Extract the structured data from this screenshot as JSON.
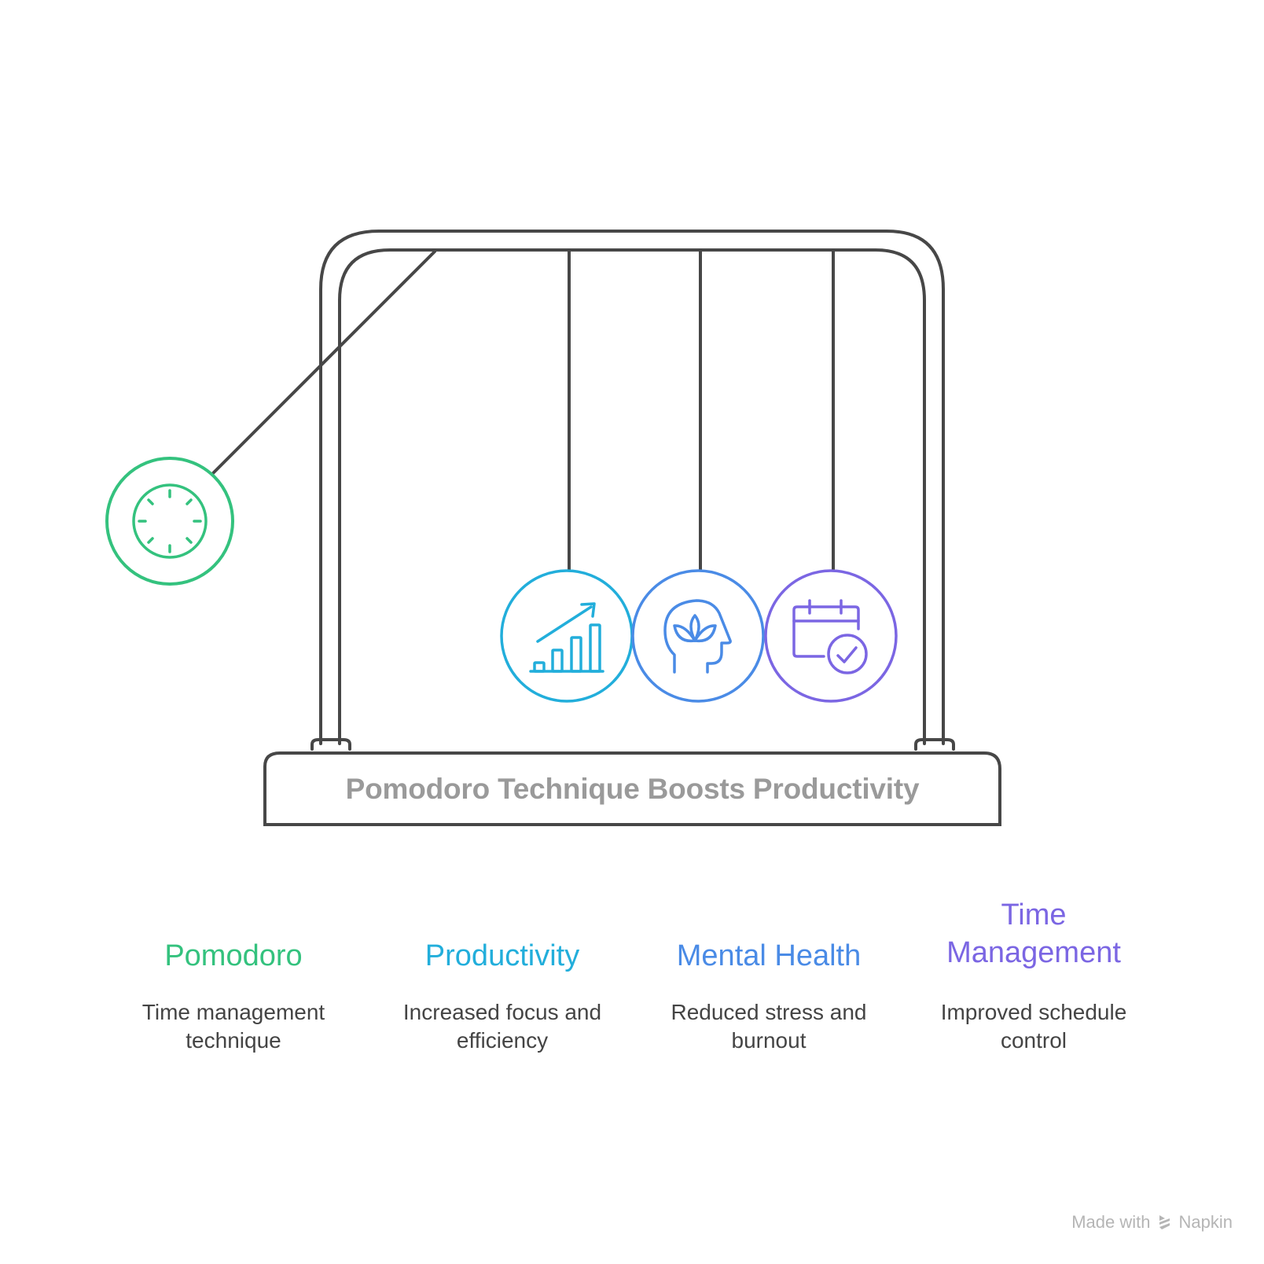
{
  "title": "Pomodoro Technique Boosts Productivity",
  "colors": {
    "frame": "#474747",
    "title_text": "#9a9a9a",
    "body_text": "#444444",
    "pomodoro": "#34c27e",
    "productivity": "#22aedb",
    "mental_health": "#4a8be6",
    "time_management": "#7b66e3"
  },
  "items": [
    {
      "key": "pomodoro",
      "title": "Pomodoro",
      "description_lines": [
        "Time management",
        "technique"
      ],
      "icon": "clock-icon",
      "color": "#34c27e"
    },
    {
      "key": "productivity",
      "title": "Productivity",
      "description_lines": [
        "Increased focus and",
        "efficiency"
      ],
      "icon": "growth-chart-icon",
      "color": "#22aedb"
    },
    {
      "key": "mental_health",
      "title": "Mental Health",
      "description_lines": [
        "Reduced stress and",
        "burnout"
      ],
      "icon": "mind-lotus-icon",
      "color": "#4a8be6"
    },
    {
      "key": "time_management",
      "title_lines": [
        "Time",
        "Management"
      ],
      "description_lines": [
        "Improved schedule",
        "control"
      ],
      "icon": "calendar-check-icon",
      "color": "#7b66e3"
    }
  ],
  "watermark": {
    "prefix": "Made with",
    "brand": "Napkin",
    "icon": "napkin-logo-icon"
  }
}
